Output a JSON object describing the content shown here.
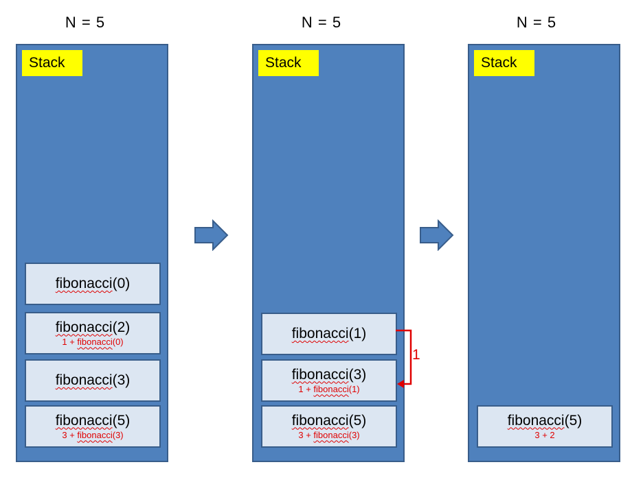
{
  "columns": [
    {
      "n_label": "N = 5",
      "stack_label": "Stack",
      "frames": [
        {
          "fn": "fibonacci",
          "arg": "(0)",
          "sub_pre": "",
          "sub_fn": "",
          "sub_arg": ""
        },
        {
          "fn": "fibonacci",
          "arg": "(2)",
          "sub_pre": "1 + ",
          "sub_fn": "fibonacci",
          "sub_arg": "(0)"
        },
        {
          "fn": "fibonacci",
          "arg": "(3)",
          "sub_pre": "",
          "sub_fn": "",
          "sub_arg": ""
        },
        {
          "fn": "fibonacci",
          "arg": "(5)",
          "sub_pre": "3 + ",
          "sub_fn": "fibonacci",
          "sub_arg": "(3)"
        }
      ]
    },
    {
      "n_label": "N = 5",
      "stack_label": "Stack",
      "frames": [
        {
          "fn": "fibonacci",
          "arg": "(1)",
          "sub_pre": "",
          "sub_fn": "",
          "sub_arg": ""
        },
        {
          "fn": "fibonacci",
          "arg": "(3)",
          "sub_pre": "1 + ",
          "sub_fn": "fibonacci",
          "sub_arg": "(1)"
        },
        {
          "fn": "fibonacci",
          "arg": "(5)",
          "sub_pre": "3 + ",
          "sub_fn": "fibonacci",
          "sub_arg": "(3)"
        }
      ],
      "return_value": "1"
    },
    {
      "n_label": "N = 5",
      "stack_label": "Stack",
      "frames": [
        {
          "fn": "fibonacci",
          "arg": "(5)",
          "sub_pre": "3 + 2",
          "sub_fn": "",
          "sub_arg": ""
        }
      ]
    }
  ],
  "colors": {
    "stack_fill": "#4f81bd",
    "stack_border": "#385d8a",
    "frame_fill": "#dce6f2",
    "label_fill": "#ffff00",
    "annotation": "#e00000"
  },
  "icons": [
    "right-arrow-icon",
    "return-arrow-icon"
  ]
}
